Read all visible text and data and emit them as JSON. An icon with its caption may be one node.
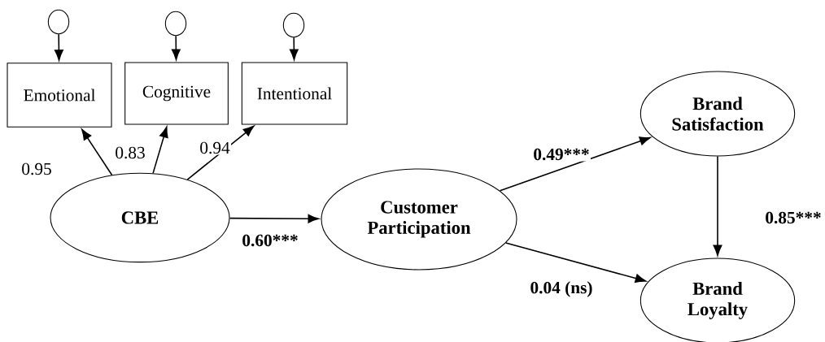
{
  "diagram": {
    "nodes": [
      {
        "text": [],
        "shape": "circle"
      },
      {
        "text": [],
        "shape": "circle"
      },
      {
        "text": [],
        "shape": "circle"
      },
      {
        "text": [
          "Emotional"
        ]
      },
      {
        "text": [
          "Cognitive"
        ]
      },
      {
        "text": [
          "Intentional"
        ]
      },
      {
        "text": [
          "CBE"
        ]
      },
      {
        "text": [
          "Customer Participation"
        ]
      },
      {
        "text": [
          "Brand Satisfaction"
        ]
      },
      {
        "text": [
          "Brand Loyalty"
        ]
      }
    ],
    "edges": [
      {
        "from": 0,
        "to": 3,
        "arrow": "to"
      },
      {
        "from": 1,
        "to": 4,
        "arrow": "to"
      },
      {
        "from": 2,
        "to": 5,
        "arrow": "to"
      },
      {
        "from": 6,
        "to": 3,
        "arrow": "to",
        "label": "0.95"
      },
      {
        "from": 6,
        "to": 4,
        "arrow": "to",
        "label": "0.83"
      },
      {
        "from": 6,
        "to": 5,
        "arrow": "to",
        "label": "0.94"
      },
      {
        "from": 6,
        "to": 7,
        "arrow": "to",
        "label": "0.60***"
      },
      {
        "from": 7,
        "to": 8,
        "arrow": "to",
        "label": "0.49***"
      },
      {
        "from": 7,
        "to": 9,
        "arrow": "to",
        "label": "0.04 (ns)"
      },
      {
        "from": 8,
        "to": 9,
        "arrow": "to",
        "label": "0.85***"
      }
    ]
  }
}
